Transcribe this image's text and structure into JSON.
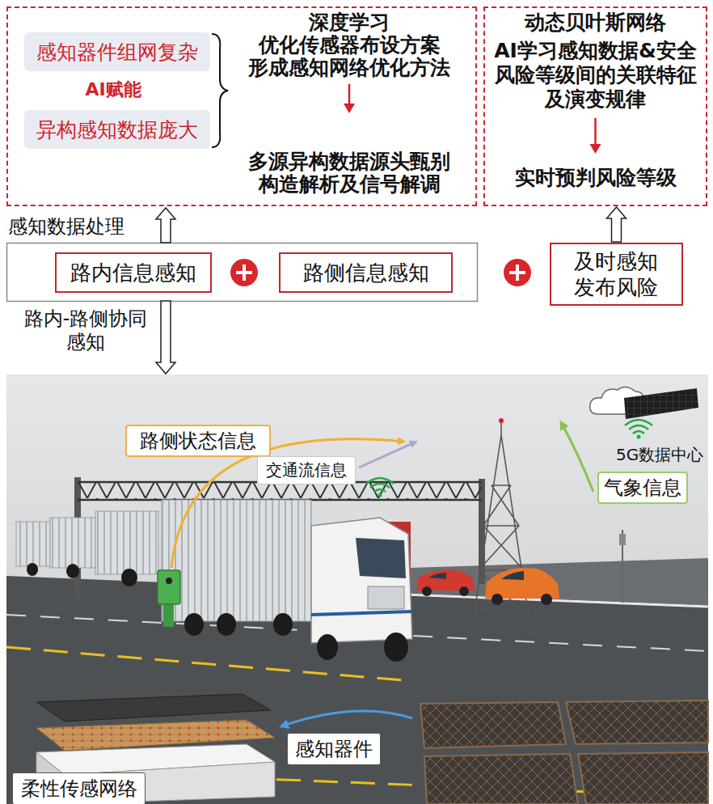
{
  "diagram": {
    "nodes": [
      {
        "text": [
          "AI赋能",
          "深度学习 优化传感器布设方案 形成感知网络优化方法",
          "多源异构数据源头甄别 构造解析及信号解调"
        ]
      },
      {
        "text": [
          "感知器件组网复杂"
        ],
        "in": 0
      },
      {
        "text": [
          "异构感知数据庞大"
        ],
        "in": 0
      },
      {
        "text": [
          "动态贝叶斯网络",
          "AI学习感知数据&安全风险等级间的关联特征及演变规律",
          "实时预判风险等级"
        ]
      },
      {
        "text": [
          "路内信息感知"
        ]
      },
      {
        "text": [
          "路侧信息感知"
        ]
      },
      {
        "text": [
          "及时感知 发布风险"
        ]
      },
      {
        "text": [
          "路侧状态信息"
        ]
      },
      {
        "text": [
          "交通流信息"
        ]
      },
      {
        "text": [
          "气象信息"
        ]
      },
      {
        "text": [
          "感知器件"
        ]
      },
      {
        "text": [
          "柔性传感网络"
        ]
      }
    ],
    "edges": [
      {
        "from": 6,
        "to": 3,
        "arrow": "to"
      }
    ],
    "labels": [
      "感知数据处理",
      "路内-路侧协同 感知",
      "5G数据中心"
    ]
  }
}
